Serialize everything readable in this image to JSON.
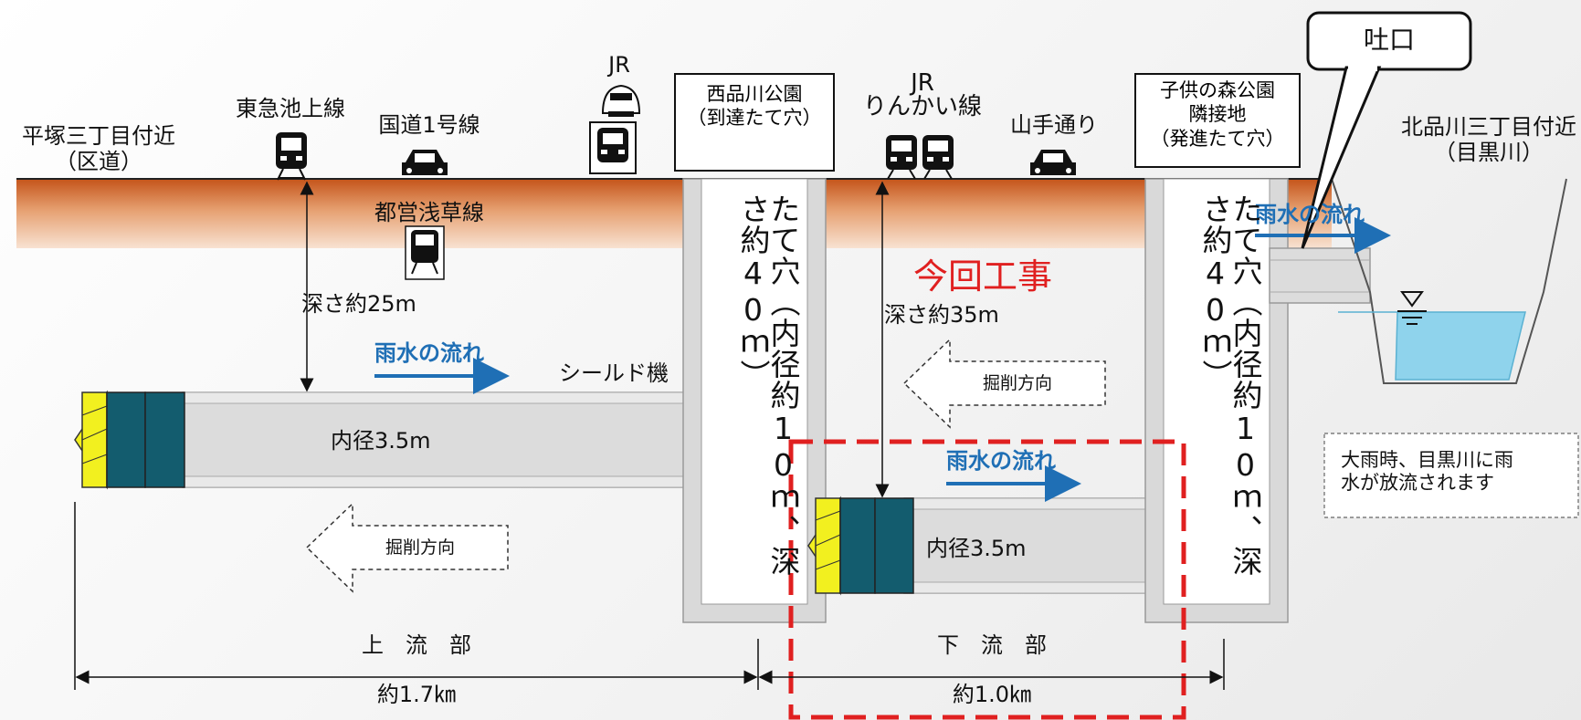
{
  "labels": {
    "hiratsuka_line1": "平塚三丁目付近",
    "hiratsuka_line2": "（区道）",
    "tokyu": "東急池上線",
    "route1": "国道1号線",
    "jr_top": "JR",
    "nishishinagawa_line1": "西品川公園",
    "nishishinagawa_line2": "（到達たて穴）",
    "jr_rinkai_line1": "JR",
    "jr_rinkai_line2": "りんかい線",
    "yamate": "山手通り",
    "kodomo_line1": "子供の森公園",
    "kodomo_line2": "隣接地",
    "kodomo_line3": "（発進たて穴）",
    "outlet": "吐口",
    "kitashinagawa_line1": "北品川三丁目付近",
    "kitashinagawa_line2": "（目黒川）",
    "asakusa": "都営浅草線",
    "depth25": "深さ約25m",
    "depth35": "深さ約35m",
    "rainflow": "雨水の流れ",
    "shield": "シールド機",
    "inner_diameter": "内径3.5m",
    "excavation": "掘削方向",
    "shaft": "たて穴（内径約10ｍ、深さ約40ｍ）",
    "current_work": "今回工事",
    "upstream": "上　流　部",
    "downstream": "下　流　部",
    "len_upstream": "約1.7㎞",
    "len_downstream": "約1.0㎞",
    "callout_line1": "大雨時、目黒川に雨",
    "callout_line2": "水が放流されます"
  },
  "colors": {
    "soil_top": "#c4541a",
    "soil_fade": "#f6d3bb",
    "shaft_gray": "#d9d9d9",
    "tunnel_gray": "#dcdcdc",
    "shield_teal": "#135c6e",
    "cutter_yellow": "#f2f01f",
    "rain_blue": "#1f6fb5",
    "river_water": "#8fd3ec",
    "work_red": "#e02020"
  },
  "icons": [
    "train-icon",
    "car-icon",
    "shinkansen-icon",
    "water-level-icon"
  ]
}
